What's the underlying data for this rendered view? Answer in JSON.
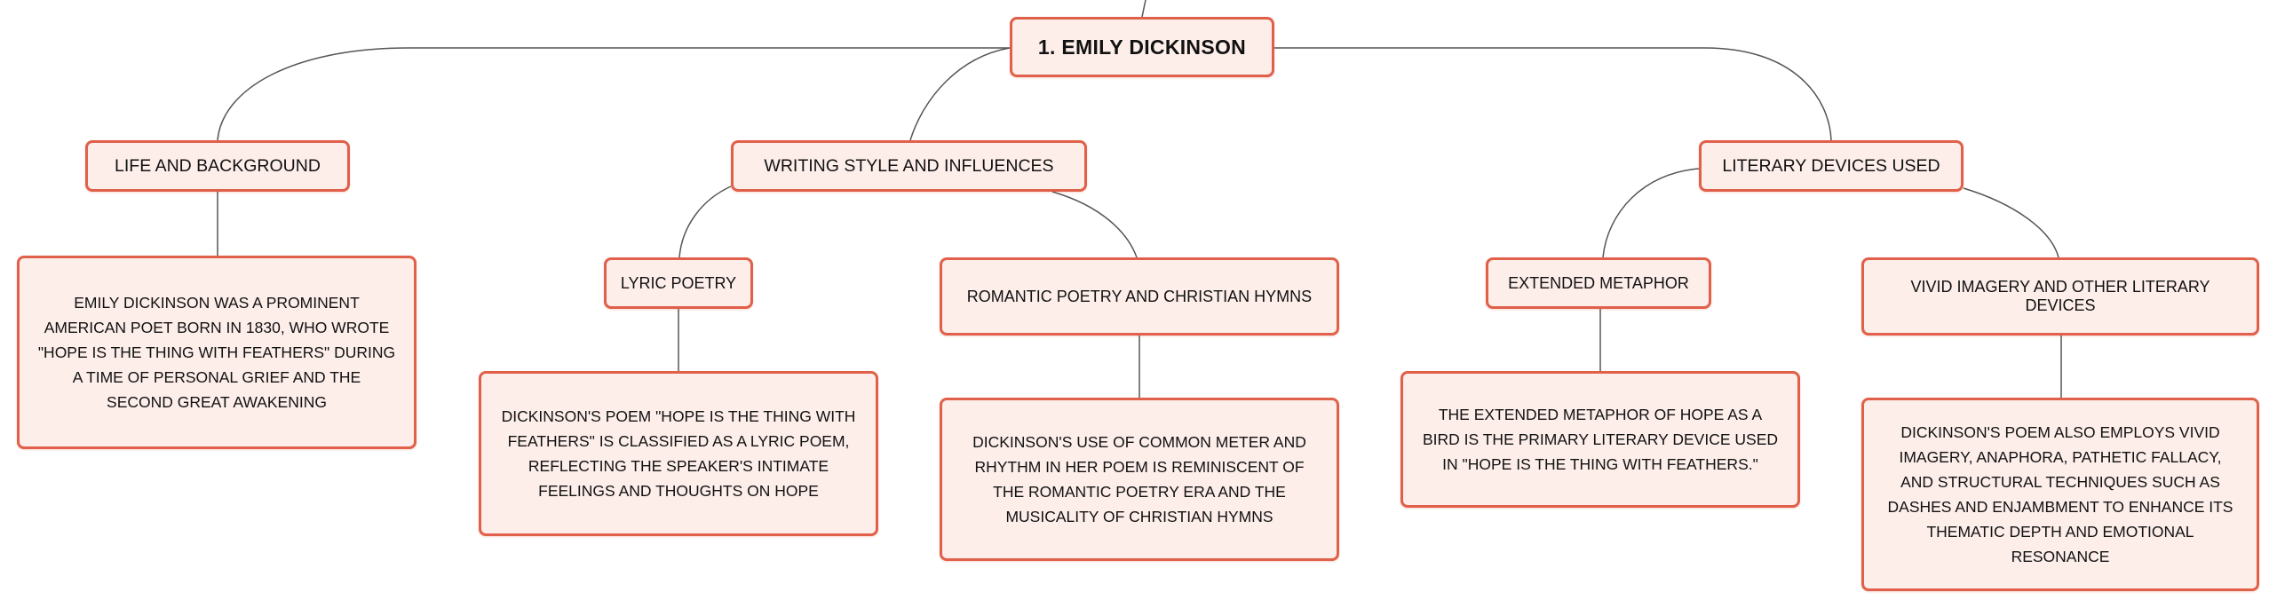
{
  "root": {
    "label": "1. Emily Dickinson"
  },
  "branches": {
    "life": {
      "label": "Life and Background"
    },
    "style": {
      "label": "Writing Style and Influences"
    },
    "devices": {
      "label": "Literary Devices Used"
    }
  },
  "subtopics": {
    "lyric": {
      "label": "Lyric Poetry"
    },
    "romantic": {
      "label": "Romantic Poetry and Christian Hymns"
    },
    "metaphor": {
      "label": "Extended Metaphor"
    },
    "vivid": {
      "label": "Vivid Imagery and Other Literary Devices"
    }
  },
  "details": {
    "bio": "Emily Dickinson was a prominent American poet born in 1830, who wrote \"Hope is the Thing with Feathers\" during a time of personal grief and the Second Great Awakening",
    "lyric": "Dickinson's poem \"Hope is the Thing with Feathers\" is classified as a lyric poem, reflecting the speaker's intimate feelings and thoughts on hope",
    "romantic": "Dickinson's use of common meter and rhythm in her poem is reminiscent of the Romantic Poetry era and the musicality of Christian hymns",
    "metaphor": "The extended metaphor of hope as a bird is the primary literary device used in \"Hope is the Thing with Feathers.\"",
    "vivid": "Dickinson's poem also employs vivid imagery, anaphora, pathetic fallacy, and structural techniques such as dashes and enjambment to enhance its thematic depth and emotional resonance"
  },
  "colors": {
    "node_fill": "#fdeeea",
    "node_border": "#e0604a",
    "connector": "#555555",
    "text": "#111111"
  }
}
